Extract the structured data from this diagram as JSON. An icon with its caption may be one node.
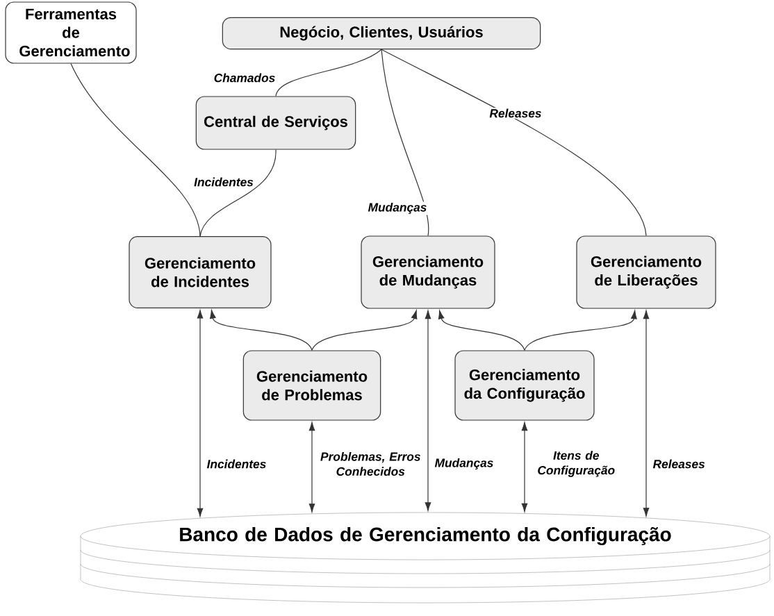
{
  "diagram": {
    "nodes": [
      {
        "text": [
          "Ferramentas de Gerenciamento"
        ]
      },
      {
        "text": [
          "Negócio, Clientes, Usuários"
        ]
      },
      {
        "text": [
          "Central de Serviços"
        ]
      },
      {
        "text": [
          "Gerenciamento de Incidentes"
        ]
      },
      {
        "text": [
          "Gerenciamento de Mudanças"
        ]
      },
      {
        "text": [
          "Gerenciamento de Liberações"
        ]
      },
      {
        "text": [
          "Gerenciamento de Problemas"
        ]
      },
      {
        "text": [
          "Gerenciamento da Configuração"
        ]
      },
      {
        "text": [
          "Banco de Dados de Gerenciamento da Configuração"
        ]
      }
    ],
    "edges": [
      {
        "from": 0,
        "to": 3,
        "arrow": "none"
      },
      {
        "from": 1,
        "to": 2,
        "arrow": "none",
        "label": "Chamados"
      },
      {
        "from": 2,
        "to": 3,
        "arrow": "none",
        "label": "Incidentes"
      },
      {
        "from": 1,
        "to": 4,
        "arrow": "none",
        "label": "Mudanças"
      },
      {
        "from": 1,
        "to": 5,
        "arrow": "none",
        "label": "Releases"
      },
      {
        "from": 6,
        "to": 3,
        "arrow": "to"
      },
      {
        "from": 6,
        "to": 4,
        "arrow": "to"
      },
      {
        "from": 7,
        "to": 4,
        "arrow": "to"
      },
      {
        "from": 7,
        "to": 5,
        "arrow": "to"
      },
      {
        "from": 3,
        "to": 8,
        "arrow": "both",
        "label": "Incidentes"
      },
      {
        "from": 6,
        "to": 8,
        "arrow": "both",
        "label": "Problemas, Erros Conhecidos"
      },
      {
        "from": 4,
        "to": 8,
        "arrow": "both",
        "label": "Mudanças"
      },
      {
        "from": 7,
        "to": 8,
        "arrow": "both",
        "label": "Itens de Configuração"
      },
      {
        "from": 5,
        "to": 8,
        "arrow": "both",
        "label": "Releases"
      }
    ]
  }
}
